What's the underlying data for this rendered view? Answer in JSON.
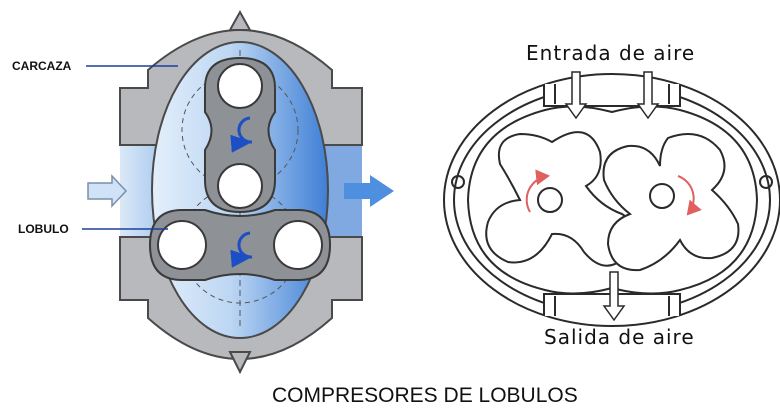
{
  "labels": {
    "carcaza": "CARCAZA",
    "lobulo": "LOBULO",
    "entrada": "Entrada de aire",
    "salida": "Salida de aire",
    "title": "COMPRESORES DE LOBULOS"
  },
  "colors": {
    "casing_gray": "#b7b9bd",
    "casing_dark": "#4a4a4a",
    "chamber_blue_light": "#cfe2f7",
    "chamber_blue": "#3f7fd6",
    "lobe_gray": "#8e9196",
    "rotation_arrow_blue": "#1d4fc4",
    "rotation_arrow_red": "#e06060",
    "flow_arrow": "#4f8fe0"
  }
}
